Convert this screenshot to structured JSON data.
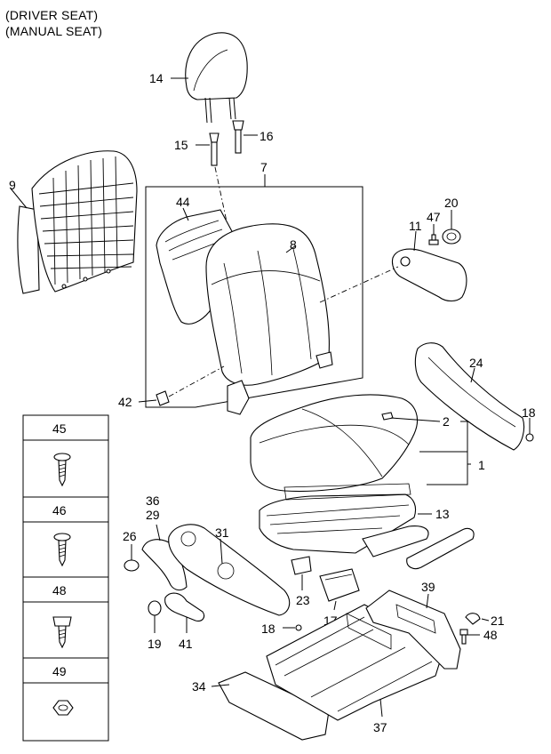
{
  "header": {
    "line1": "(DRIVER SEAT)",
    "line2": "(MANUAL SEAT)"
  },
  "callouts": {
    "p1": "1",
    "p2": "2",
    "p7": "7",
    "p8": "8",
    "p9": "9",
    "p11": "11",
    "p13": "13",
    "p14": "14",
    "p15": "15",
    "p16": "16",
    "p17": "17",
    "p18a": "18",
    "p18b": "18",
    "p19": "19",
    "p20": "20",
    "p21": "21",
    "p23": "23",
    "p24": "24",
    "p26": "26",
    "p29": "29",
    "p31": "31",
    "p34": "34",
    "p36": "36",
    "p37": "37",
    "p39": "39",
    "p41": "41",
    "p42": "42",
    "p44": "44",
    "p47": "47",
    "p48": "48"
  },
  "fastener_table": [
    "45",
    "46",
    "48",
    "49"
  ]
}
